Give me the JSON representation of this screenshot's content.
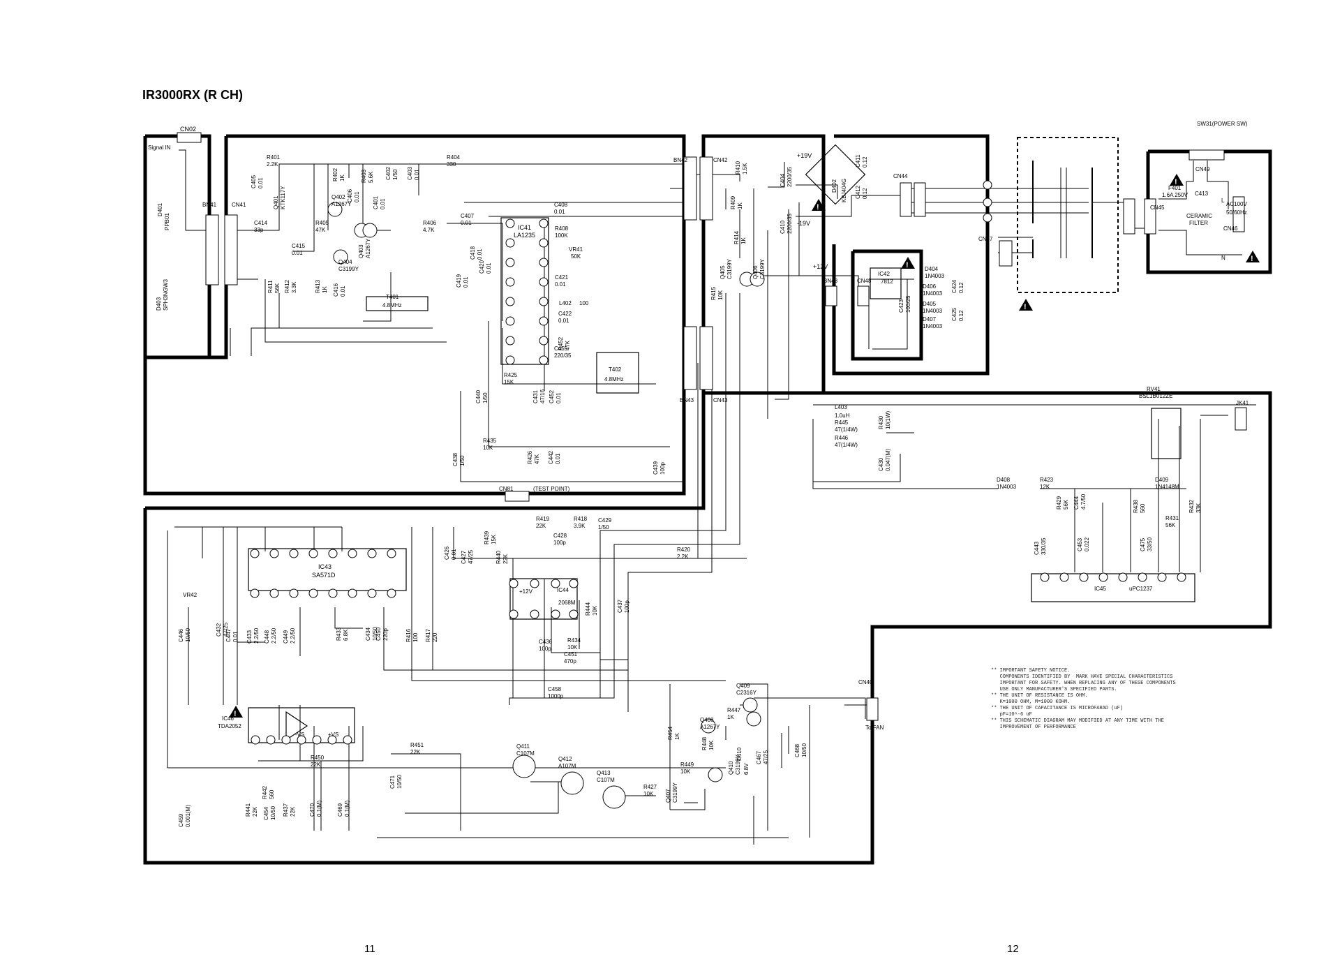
{
  "title": "IR3000RX (R CH)",
  "page_left": "11",
  "page_right": "12",
  "connectors": {
    "cn02": "CN02",
    "cn41": "CN41",
    "bn41": "BN41",
    "bn42": "BN42",
    "cn42": "CN42",
    "bn43": "BN43",
    "cn43": "CN43",
    "cn44": "CN44",
    "cn47": "CN47",
    "cn48": "CN48",
    "bn48": "BN48",
    "cn45": "CN45",
    "cn46": "CN46",
    "cn49": "CN49",
    "cn40": "CN40",
    "cn81": "CN81",
    "jk41": "JK41",
    "sw31": "SW31(POWER SW)"
  },
  "signal_in": "Signal IN",
  "test_point": "(TEST POINT)",
  "to_fan": "To FAN",
  "power": {
    "p19": "+19V",
    "m19": "-19V",
    "p12": "+12V",
    "ac": "AC100V",
    "hz": "50/60Hz",
    "ceramic": "CERAMIC",
    "filter": "FILTER",
    "f401": "F401",
    "f401v": "1.6A 250V",
    "c413": "C413",
    "l": "L",
    "n": "N"
  },
  "ics": {
    "ic41": "IC41",
    "ic41p": "LA1235",
    "ic42": "IC42",
    "ic42p": "7812",
    "ic43": "IC43",
    "ic43p": "SA571D",
    "ic44": "IC44",
    "ic44p": "2068M",
    "ic45": "IC45",
    "ic45p": "uPC1237",
    "ic46": "IC46",
    "ic46p": "TDA2052",
    "t401": "T401",
    "t401v": "4.8MHz",
    "t402": "T402",
    "t402v": "4.8MHz",
    "d402": "D402",
    "d402p": "KBJ404G",
    "d403": "D403",
    "d403p": "SPH3NGW3",
    "rv41": "RV41",
    "rv41p": "BSL1B012ZE",
    "vr41": "VR41",
    "vr41v": "50K",
    "vr42": "VR42"
  },
  "transistors": [
    {
      "ref": "Q401",
      "part": "KTK117Y"
    },
    {
      "ref": "Q402",
      "part": "A1267Y"
    },
    {
      "ref": "Q403",
      "part": "A1267Y"
    },
    {
      "ref": "Q404",
      "part": "C3199Y"
    },
    {
      "ref": "Q405",
      "part": "C3199Y"
    },
    {
      "ref": "Q406",
      "part": "C3199Y"
    },
    {
      "ref": "Q407",
      "part": "C3199Y"
    },
    {
      "ref": "Q408",
      "part": "A1267Y"
    },
    {
      "ref": "Q409",
      "part": "C2316Y"
    },
    {
      "ref": "Q410",
      "part": "C3199Y"
    },
    {
      "ref": "Q411",
      "part": "C107M"
    },
    {
      "ref": "Q412",
      "part": "A107M"
    },
    {
      "ref": "Q413",
      "part": "C107M"
    }
  ],
  "diodes": [
    {
      "ref": "D401",
      "part": "PPB01"
    },
    {
      "ref": "D404",
      "part": "1N4003"
    },
    {
      "ref": "D406",
      "part": "1N4003"
    },
    {
      "ref": "D405",
      "part": "1N4003"
    },
    {
      "ref": "D407",
      "part": "1N4003"
    },
    {
      "ref": "D408",
      "part": "1N4003"
    },
    {
      "ref": "D409",
      "part": "1N4148M"
    },
    {
      "ref": "D410",
      "part": "6.8V"
    }
  ],
  "resistors": [
    {
      "ref": "R401",
      "val": "2.2K"
    },
    {
      "ref": "R402",
      "val": "1K"
    },
    {
      "ref": "R403",
      "val": "5.6K"
    },
    {
      "ref": "R404",
      "val": "330"
    },
    {
      "ref": "R405",
      "val": "47K"
    },
    {
      "ref": "R406",
      "val": "4.7K"
    },
    {
      "ref": "R408",
      "val": "100K"
    },
    {
      "ref": "R409",
      "val": "1K"
    },
    {
      "ref": "R410",
      "val": "1.5K"
    },
    {
      "ref": "R411",
      "val": "56K"
    },
    {
      "ref": "R412",
      "val": "3.3K"
    },
    {
      "ref": "R413",
      "val": "1K"
    },
    {
      "ref": "R414",
      "val": "1K"
    },
    {
      "ref": "R415",
      "val": "10K"
    },
    {
      "ref": "R416",
      "val": "100"
    },
    {
      "ref": "R417",
      "val": "220"
    },
    {
      "ref": "R418",
      "val": "3.9K"
    },
    {
      "ref": "R419",
      "val": "22K"
    },
    {
      "ref": "R420",
      "val": "2.2K"
    },
    {
      "ref": "R423",
      "val": "12K"
    },
    {
      "ref": "R425",
      "val": "15K"
    },
    {
      "ref": "R426",
      "val": "47K"
    },
    {
      "ref": "R427",
      "val": "10K"
    },
    {
      "ref": "R429",
      "val": "56K"
    },
    {
      "ref": "R430",
      "val": "10(1W)"
    },
    {
      "ref": "R431",
      "val": "56K"
    },
    {
      "ref": "R432",
      "val": "33K"
    },
    {
      "ref": "R433",
      "val": "6.8K"
    },
    {
      "ref": "R434",
      "val": "10K"
    },
    {
      "ref": "R435",
      "val": "10K"
    },
    {
      "ref": "R437",
      "val": "22K"
    },
    {
      "ref": "R438",
      "val": "560"
    },
    {
      "ref": "R439",
      "val": "15K"
    },
    {
      "ref": "R440",
      "val": "22K"
    },
    {
      "ref": "R441",
      "val": "22K"
    },
    {
      "ref": "R442",
      "val": "560"
    },
    {
      "ref": "R444",
      "val": "10K"
    },
    {
      "ref": "R445",
      "val": "47(1/4W)"
    },
    {
      "ref": "R446",
      "val": "47(1/4W)"
    },
    {
      "ref": "R447",
      "val": "1K"
    },
    {
      "ref": "R448",
      "val": "10K"
    },
    {
      "ref": "R449",
      "val": "10K"
    },
    {
      "ref": "R450",
      "val": "22K"
    },
    {
      "ref": "R451",
      "val": "22K"
    },
    {
      "ref": "R452",
      "val": "47K"
    },
    {
      "ref": "R454",
      "val": "1K"
    }
  ],
  "capacitors": [
    {
      "ref": "C401",
      "val": "0.01"
    },
    {
      "ref": "C402",
      "val": "1/50"
    },
    {
      "ref": "C403",
      "val": "0.01"
    },
    {
      "ref": "C404",
      "val": "2200/35"
    },
    {
      "ref": "C405",
      "val": "0.01"
    },
    {
      "ref": "C406",
      "val": "0.01"
    },
    {
      "ref": "C407",
      "val": "0.01"
    },
    {
      "ref": "C408",
      "val": "0.01"
    },
    {
      "ref": "C410",
      "val": "2200/35"
    },
    {
      "ref": "C411",
      "val": "0.12"
    },
    {
      "ref": "C412",
      "val": "0.12"
    },
    {
      "ref": "C414",
      "val": "33p"
    },
    {
      "ref": "C415",
      "val": "0.01"
    },
    {
      "ref": "C416",
      "val": "0.01"
    },
    {
      "ref": "C418",
      "val": "0.01"
    },
    {
      "ref": "C419",
      "val": "0.01"
    },
    {
      "ref": "C420",
      "val": "0.01"
    },
    {
      "ref": "C421",
      "val": "0.01"
    },
    {
      "ref": "C422",
      "val": "0.01"
    },
    {
      "ref": "C423",
      "val": "100/25"
    },
    {
      "ref": "C424",
      "val": "0.12"
    },
    {
      "ref": "C425",
      "val": "0.12"
    },
    {
      "ref": "C426",
      "val": "0.01"
    },
    {
      "ref": "C427",
      "val": "47/25"
    },
    {
      "ref": "C428",
      "val": "100p"
    },
    {
      "ref": "C429",
      "val": "1/50"
    },
    {
      "ref": "C430",
      "val": "0.047(M)"
    },
    {
      "ref": "C431",
      "val": "47/16"
    },
    {
      "ref": "C432",
      "val": "47/25"
    },
    {
      "ref": "C433",
      "val": "2.2/50"
    },
    {
      "ref": "C434",
      "val": "10/50"
    },
    {
      "ref": "C436",
      "val": "100p"
    },
    {
      "ref": "C437",
      "val": "100p"
    },
    {
      "ref": "C438",
      "val": "1/50"
    },
    {
      "ref": "C439",
      "val": "100p"
    },
    {
      "ref": "C440",
      "val": "1/50"
    },
    {
      "ref": "C442",
      "val": "0.01"
    },
    {
      "ref": "C443",
      "val": "330/35"
    },
    {
      "ref": "C444",
      "val": "4.7/50"
    },
    {
      "ref": "C446",
      "val": "10/50"
    },
    {
      "ref": "C447",
      "val": "0.01"
    },
    {
      "ref": "C448",
      "val": "2.2/50"
    },
    {
      "ref": "C449",
      "val": "2.2/50"
    },
    {
      "ref": "C450",
      "val": "220p"
    },
    {
      "ref": "C451",
      "val": "470p"
    },
    {
      "ref": "C452",
      "val": "0.01"
    },
    {
      "ref": "C453",
      "val": "0.022"
    },
    {
      "ref": "C454",
      "val": "10/50"
    },
    {
      "ref": "C455",
      "val": "220/35"
    },
    {
      "ref": "C458",
      "val": "1000p"
    },
    {
      "ref": "C459",
      "val": "0.001(M)"
    },
    {
      "ref": "C467",
      "val": "47/25"
    },
    {
      "ref": "C468",
      "val": "10/50"
    },
    {
      "ref": "C469",
      "val": "0.1(M)"
    },
    {
      "ref": "C470",
      "val": "0.1(M)"
    },
    {
      "ref": "C471",
      "val": "10/50"
    },
    {
      "ref": "C475",
      "val": "33/50"
    }
  ],
  "l402": "L402",
  "l402v": "100",
  "l403": "L403",
  "l403v": "1.0uH",
  "minus_vs": "-VS",
  "plus_vs": "+VS",
  "plus12": "+12V",
  "notes": [
    "** IMPORTANT SAFETY NOTICE.",
    "   COMPONENTS IDENTIFIED BY  MARK HAVE SPECIAL CHARACTERISTICS",
    "   IMPORTANT FOR SAFETY. WHEN REPLACING ANY OF THESE COMPONENTS",
    "   USE ONLY MANUFACTURER'S SPECIFIED PARTS.",
    "** THE UNIT OF RESISTANCE IS OHM.",
    "   K=1000 OHM, M=1000 KOHM.",
    "** THE UNIT OF CAPACITANCE IS MICROFARAD (uF)",
    "   pF=10^-6 uF",
    "** THIS SCHEMATIC DIAGRAM MAY MODIFIED AT ANY TIME WITH THE",
    "   IMPROVEMENT OF PERFORMANCE"
  ]
}
